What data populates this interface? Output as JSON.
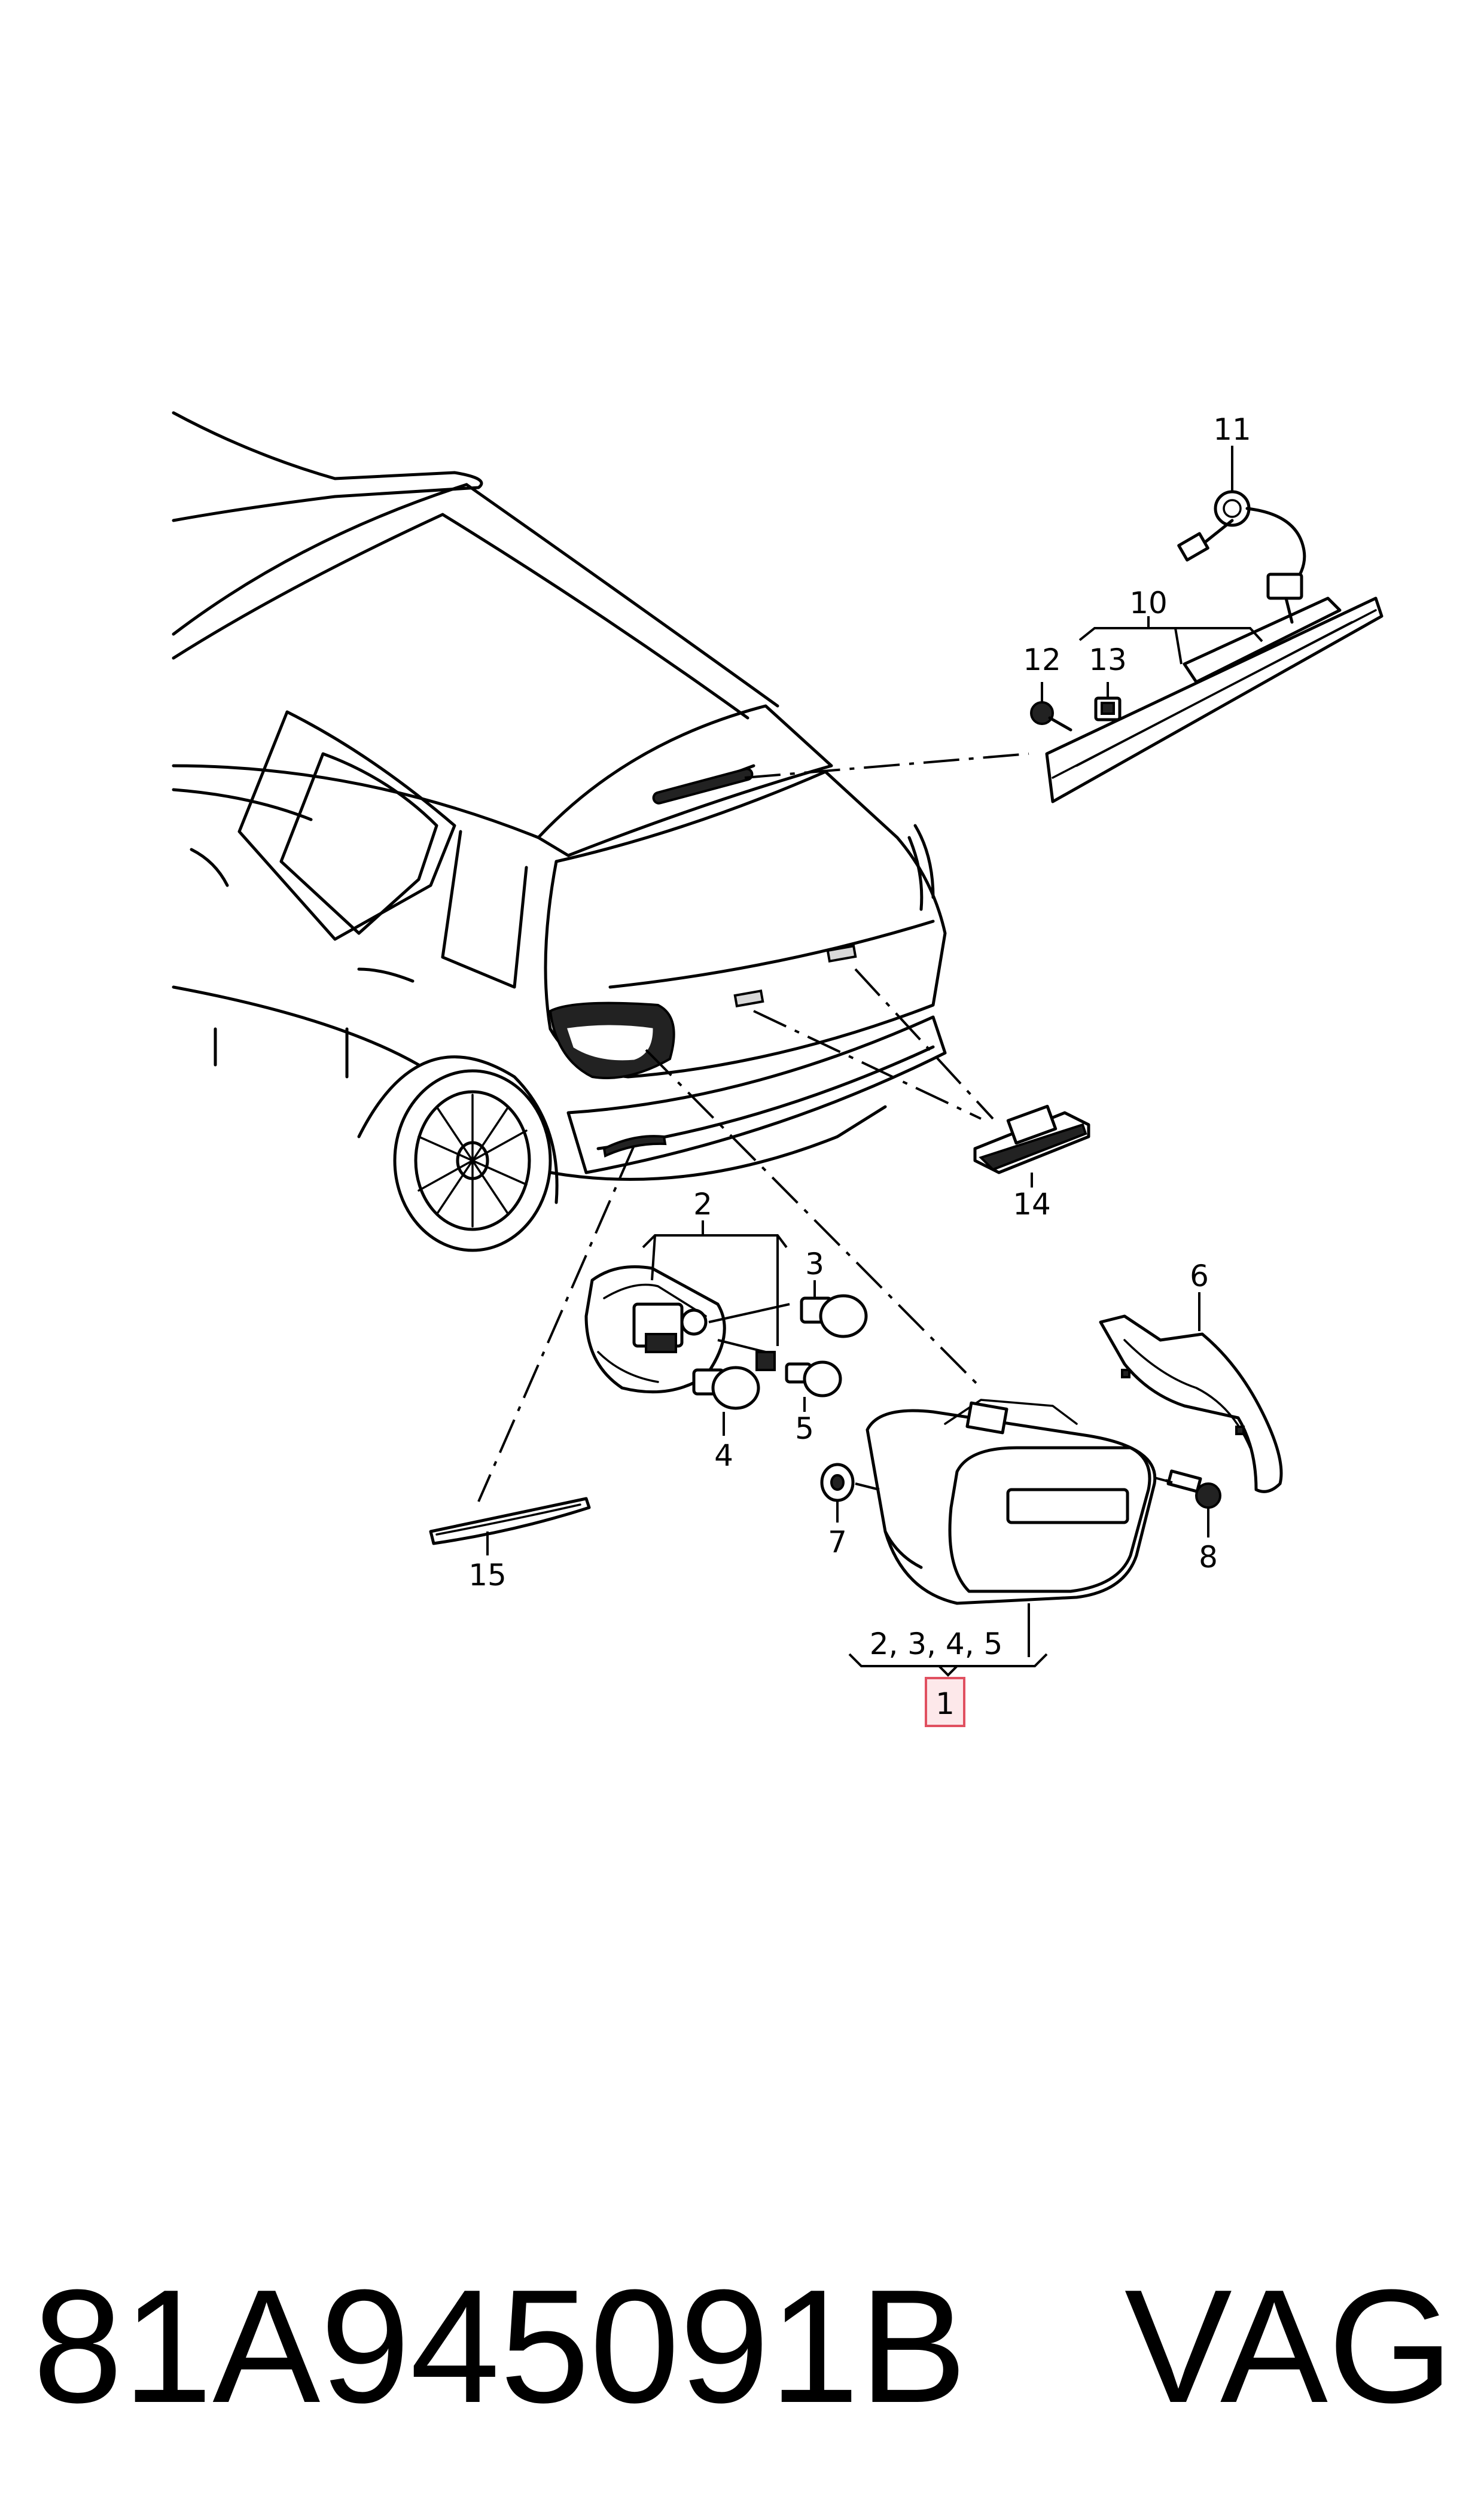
{
  "diagram": {
    "callouts": [
      {
        "id": "c1",
        "text": "1",
        "highlighted": true
      },
      {
        "id": "c2",
        "text": "2"
      },
      {
        "id": "c3",
        "text": "3"
      },
      {
        "id": "c4",
        "text": "4"
      },
      {
        "id": "c5",
        "text": "5"
      },
      {
        "id": "c6",
        "text": "6"
      },
      {
        "id": "c7",
        "text": "7"
      },
      {
        "id": "c8",
        "text": "8"
      },
      {
        "id": "c10",
        "text": "10"
      },
      {
        "id": "c11",
        "text": "11"
      },
      {
        "id": "c12",
        "text": "12"
      },
      {
        "id": "c13",
        "text": "13"
      },
      {
        "id": "c14",
        "text": "14"
      },
      {
        "id": "c15",
        "text": "15"
      }
    ],
    "group_label": "2, 3, 4, 5",
    "highlight_color": "#e05060",
    "highlight_fill": "#fde8ea"
  },
  "footer": {
    "part_number": "81A945091B",
    "brand": "VAG"
  }
}
